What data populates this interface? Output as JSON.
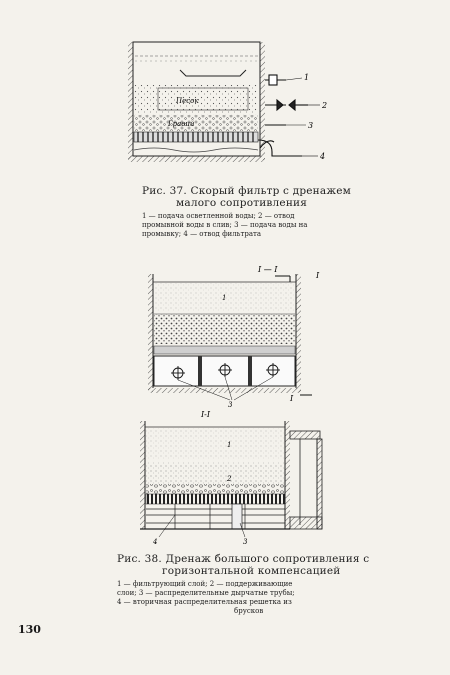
{
  "figure37": {
    "title_line1": "Рис. 37. Скорый фильтр с дренажем",
    "title_line2": "малого сопротивления",
    "body_line1": "1 — подача осветленной воды; 2 — отвод",
    "body_line2": "промывной воды в слив; 3 — подача воды на",
    "body_line3": "промывку; 4 — отвод фильтрата",
    "label_sand": "Песок",
    "label_gravel": "Гравий",
    "callouts": [
      "1",
      "2",
      "3",
      "4"
    ]
  },
  "figure38": {
    "section_label_top": "I — I",
    "section_mark_top": "I",
    "section_mark_bottom": "I",
    "section_label_lower": "I-I",
    "num_1": "1",
    "num_2": "2",
    "num_3": "3",
    "num_4": "4",
    "title_line1": "Рис. 38. Дренаж большого сопротивления с",
    "title_line2": "горизонтальной компенсацией",
    "body_line1": "1 — фильтрующий слой; 2 — поддерживающие",
    "body_line2": "слои; 3 — распределительные дырчатые трубы;",
    "body_line3": "4 — вторичная распределительная решетка из",
    "body_line4": "брусков"
  },
  "page_number": "130"
}
